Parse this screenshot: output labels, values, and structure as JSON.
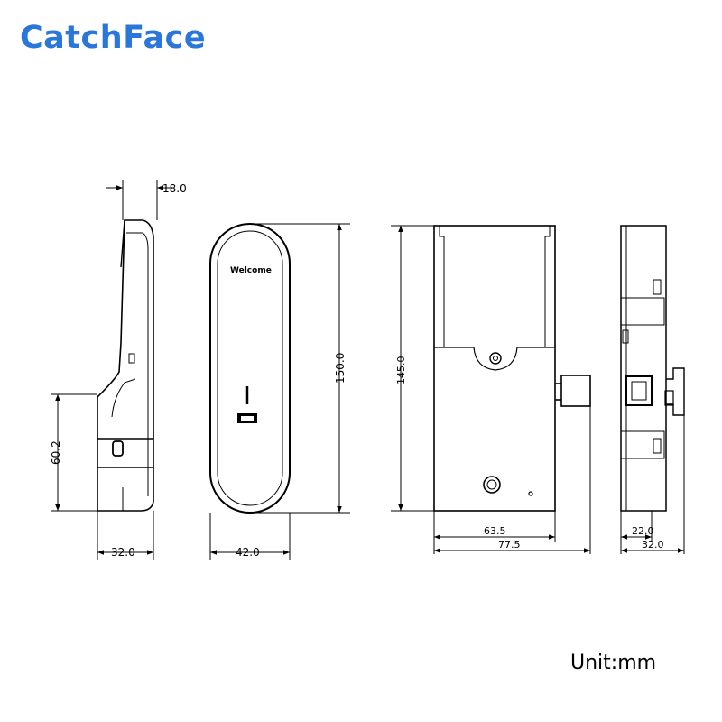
{
  "brand": {
    "name": "CatchFace",
    "color": "#2b77d9"
  },
  "unit_label": "Unit:mm",
  "device_label": "Welcome",
  "views": {
    "side": {
      "dims": {
        "depth_top": "18.0",
        "height": "60.2",
        "width": "32.0"
      }
    },
    "front": {
      "dims": {
        "height": "150.0",
        "width": "42.0"
      }
    },
    "rear": {
      "dims": {
        "height": "145.0",
        "inner_width": "63.5",
        "total_width": "77.5"
      }
    },
    "profile": {
      "dims": {
        "inner_width": "22.0",
        "total_width": "32.0"
      }
    }
  }
}
